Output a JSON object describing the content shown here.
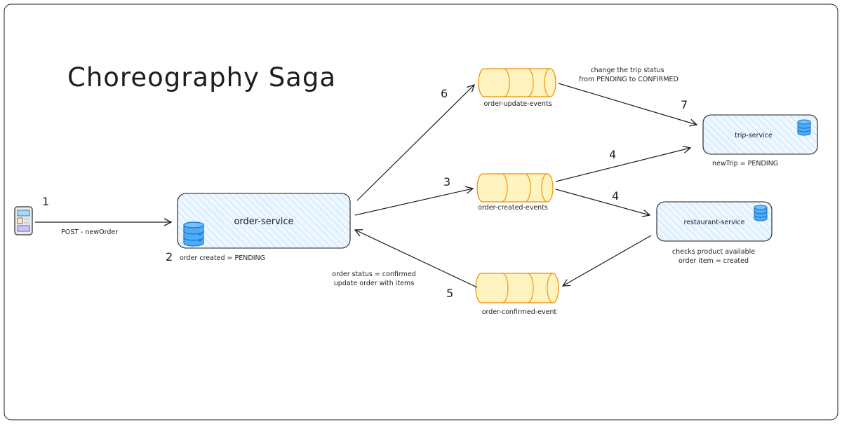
{
  "title": "Choreography Saga",
  "client": {
    "icon": "mobile-phone-icon",
    "step": "1",
    "request_label": "POST - newOrder"
  },
  "order_service": {
    "name": "order-service",
    "db_icon": "database-icon",
    "step": "2",
    "note": "order created = PENDING"
  },
  "trip_service": {
    "name": "trip-service",
    "db_icon": "database-icon",
    "note": "newTrip = PENDING"
  },
  "restaurant_service": {
    "name": "restaurant-service",
    "db_icon": "database-icon",
    "note_line1": "checks product available",
    "note_line2": "order item = created"
  },
  "queues": {
    "update": {
      "name": "order-update-events",
      "step": "6"
    },
    "created": {
      "name": "order-created-events",
      "step": "3"
    },
    "confirmed": {
      "name": "order-confirmed-event",
      "step": "5"
    }
  },
  "annotations": {
    "trip_status_line1": "change the trip status",
    "trip_status_line2": "from PENDING to CONFIRMED",
    "step_7": "7",
    "step_4_trip": "4",
    "step_4_restaurant": "4",
    "order_status_line1": "order status = confirmed",
    "order_status_line2": "update order with items"
  },
  "colors": {
    "service_fill": "#e7f5ff",
    "service_hatch": "#a5d8ff",
    "service_stroke": "#1e1e1e",
    "queue_fill": "#fff3bf",
    "queue_stroke": "#f08c00",
    "db_fill": "#4dabf7",
    "db_stroke": "#1971c2",
    "arrow": "#1e1e1e"
  }
}
